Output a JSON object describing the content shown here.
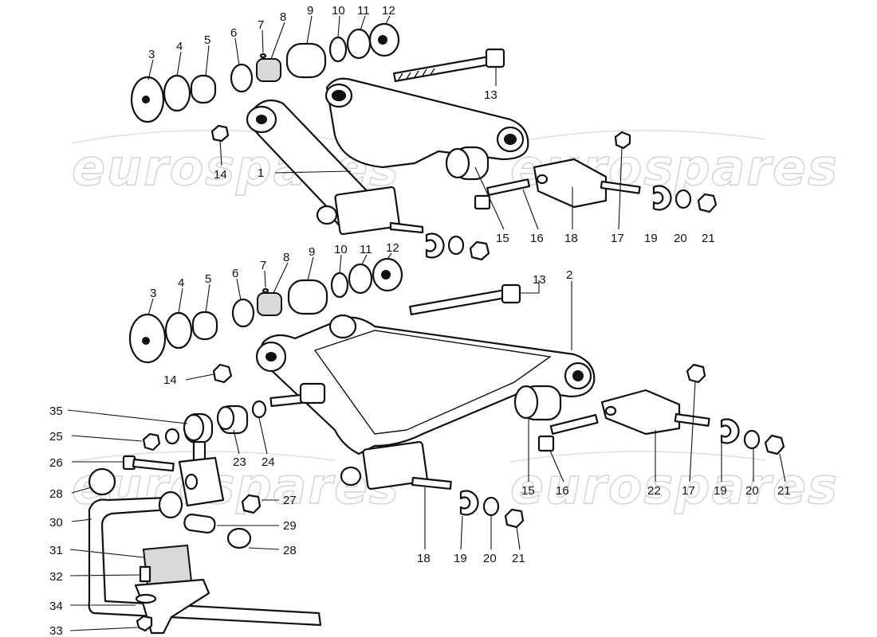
{
  "watermark": {
    "text": "eurospares",
    "color": "#c8c8c8"
  },
  "callouts": {
    "top": [
      "1",
      "3",
      "4",
      "5",
      "6",
      "7",
      "8",
      "9",
      "10",
      "11",
      "12",
      "13",
      "14",
      "15",
      "16",
      "17",
      "18",
      "19",
      "20",
      "21"
    ],
    "bottom": [
      "2",
      "3",
      "4",
      "5",
      "6",
      "7",
      "8",
      "9",
      "10",
      "11",
      "12",
      "13",
      "14",
      "15",
      "16",
      "17",
      "18",
      "19",
      "20",
      "21",
      "22",
      "23",
      "24",
      "25",
      "26",
      "27",
      "28",
      "28",
      "29",
      "30",
      "31",
      "32",
      "33",
      "34",
      "35"
    ]
  },
  "icons": [
    "nut-icon",
    "washer-icon",
    "bolt-icon",
    "bushing-icon",
    "bracket-icon",
    "wishbone-arm-icon",
    "sway-bar-icon"
  ]
}
